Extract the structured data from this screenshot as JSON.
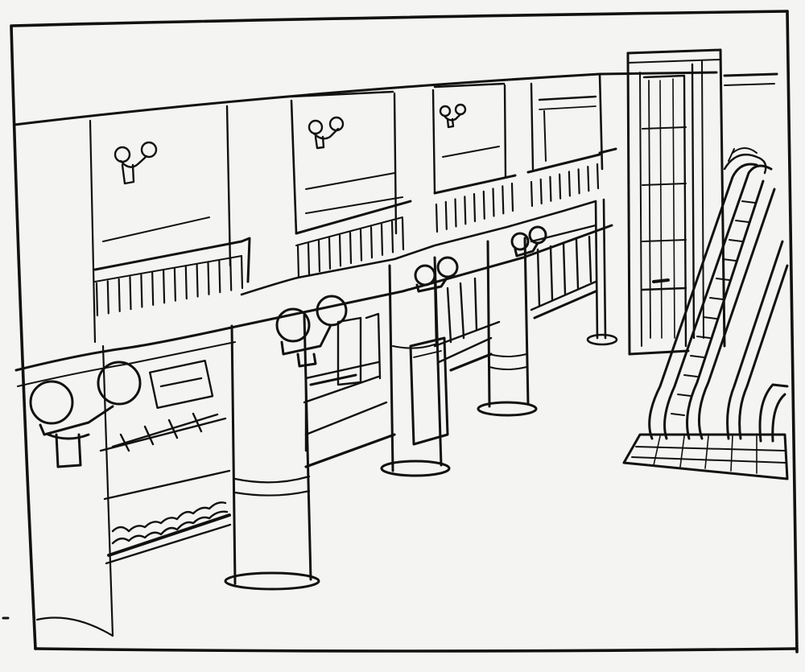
{
  "image": {
    "style": "black ink line sketch on white paper",
    "colors": {
      "paper": "#f4f4f2",
      "ink": "#111111"
    }
  },
  "scene": {
    "elements": [
      "frame-border",
      "upper-gallery-railings",
      "storefront-windows",
      "column-1",
      "column-2",
      "column-3",
      "column-4",
      "globe-lamps",
      "wall-sconces",
      "tall-glass-tower",
      "escalator",
      "floor-mat",
      "floor-plane"
    ]
  }
}
